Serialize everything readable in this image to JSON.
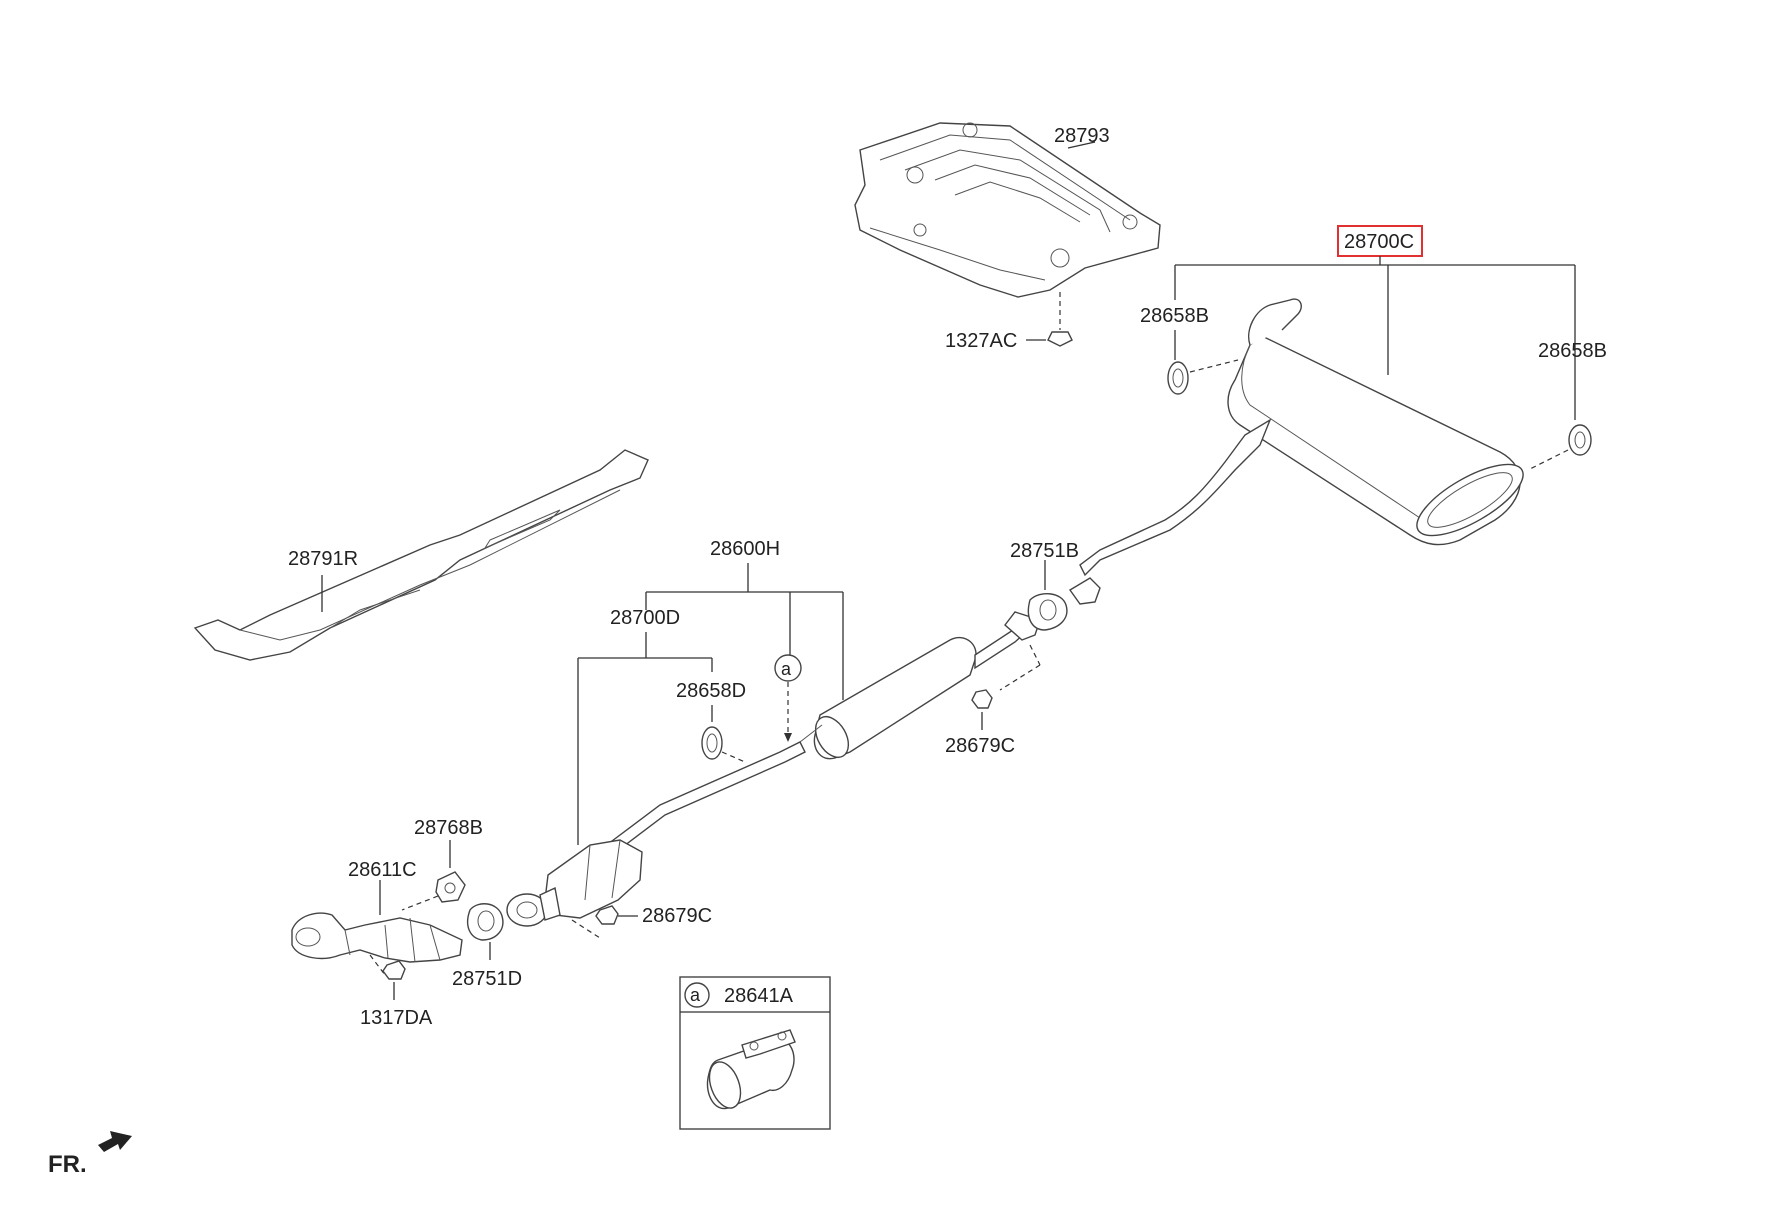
{
  "labels": {
    "p28793": "28793",
    "p28700C": "28700C",
    "p28658B_left": "28658B",
    "p28658B_right": "28658B",
    "p1327AC": "1327AC",
    "p28791R": "28791R",
    "p28600H": "28600H",
    "p28751B": "28751B",
    "p28700D": "28700D",
    "p28658D": "28658D",
    "p28679C_upper": "28679C",
    "p28768B": "28768B",
    "p28611C": "28611C",
    "p28679C_lower": "28679C",
    "p28751D": "28751D",
    "p1317DA": "1317DA",
    "p28641A": "28641A",
    "callout_a": "a",
    "inset_a": "a",
    "front": "FR."
  },
  "highlight_color": "#e03030"
}
